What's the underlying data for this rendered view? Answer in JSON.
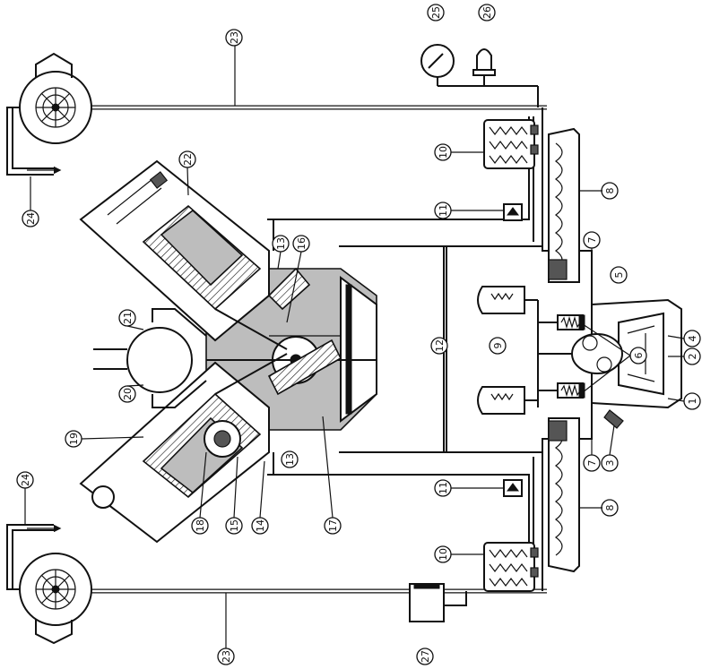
{
  "callouts": [
    {
      "label": "1"
    },
    {
      "label": "2"
    },
    {
      "label": "3"
    },
    {
      "label": "4"
    },
    {
      "label": "5"
    },
    {
      "label": "6"
    },
    {
      "label": "7"
    },
    {
      "label": "7"
    },
    {
      "label": "8"
    },
    {
      "label": "8"
    },
    {
      "label": "9"
    },
    {
      "label": "10"
    },
    {
      "label": "10"
    },
    {
      "label": "11"
    },
    {
      "label": "11"
    },
    {
      "label": "12"
    },
    {
      "label": "13"
    },
    {
      "label": "13"
    },
    {
      "label": "14"
    },
    {
      "label": "15"
    },
    {
      "label": "16"
    },
    {
      "label": "17"
    },
    {
      "label": "18"
    },
    {
      "label": "19"
    },
    {
      "label": "20"
    },
    {
      "label": "21"
    },
    {
      "label": "22"
    },
    {
      "label": "23"
    },
    {
      "label": "23"
    },
    {
      "label": "24"
    },
    {
      "label": "24"
    },
    {
      "label": "25"
    },
    {
      "label": "26"
    },
    {
      "label": "27"
    }
  ]
}
